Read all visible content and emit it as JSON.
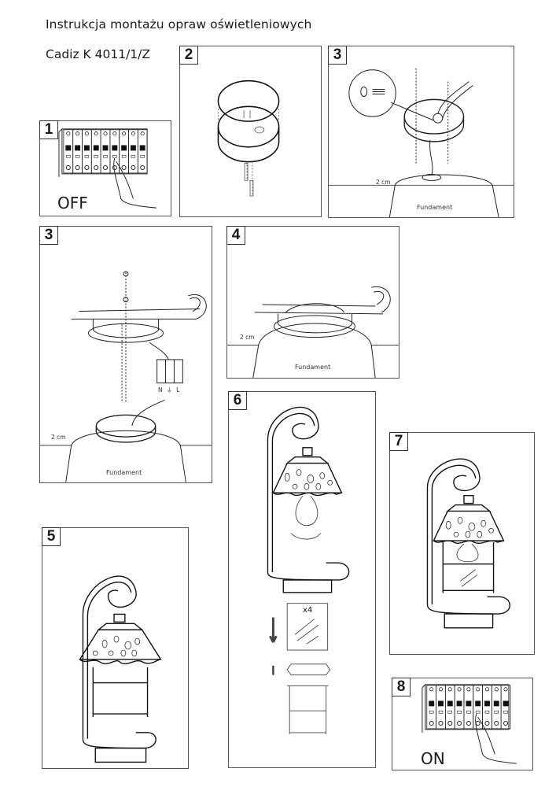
{
  "document": {
    "title": "Instrukcja montażu opraw oświetleniowych",
    "model": "Cadiz K 4011/1/Z"
  },
  "steps": [
    {
      "number": "1",
      "caption": "OFF",
      "depicts": "circuit breaker switched off"
    },
    {
      "number": "2",
      "depicts": "mounting base disassembly with two screws"
    },
    {
      "number": "3",
      "depicts": "mounting base fixed on foundation, cable connector detail",
      "height_label": "2 cm",
      "foundation_label": "Fundament"
    },
    {
      "number": "3",
      "depicts": "lamp arm attached to base, terminal block",
      "height_label": "2 cm",
      "foundation_label": "Fundament",
      "terminals": [
        "N",
        "⏚",
        "L"
      ]
    },
    {
      "number": "4",
      "depicts": "lamp arm mounted on foundation",
      "height_label": "2 cm",
      "foundation_label": "Fundament"
    },
    {
      "number": "5",
      "depicts": "lantern frame removal from shade"
    },
    {
      "number": "6",
      "depicts": "bulb installation and glass panes insertion",
      "pane_count": "x4"
    },
    {
      "number": "7",
      "depicts": "lantern frame reattached to shade"
    },
    {
      "number": "8",
      "caption": "ON",
      "depicts": "circuit breaker switched on"
    }
  ]
}
